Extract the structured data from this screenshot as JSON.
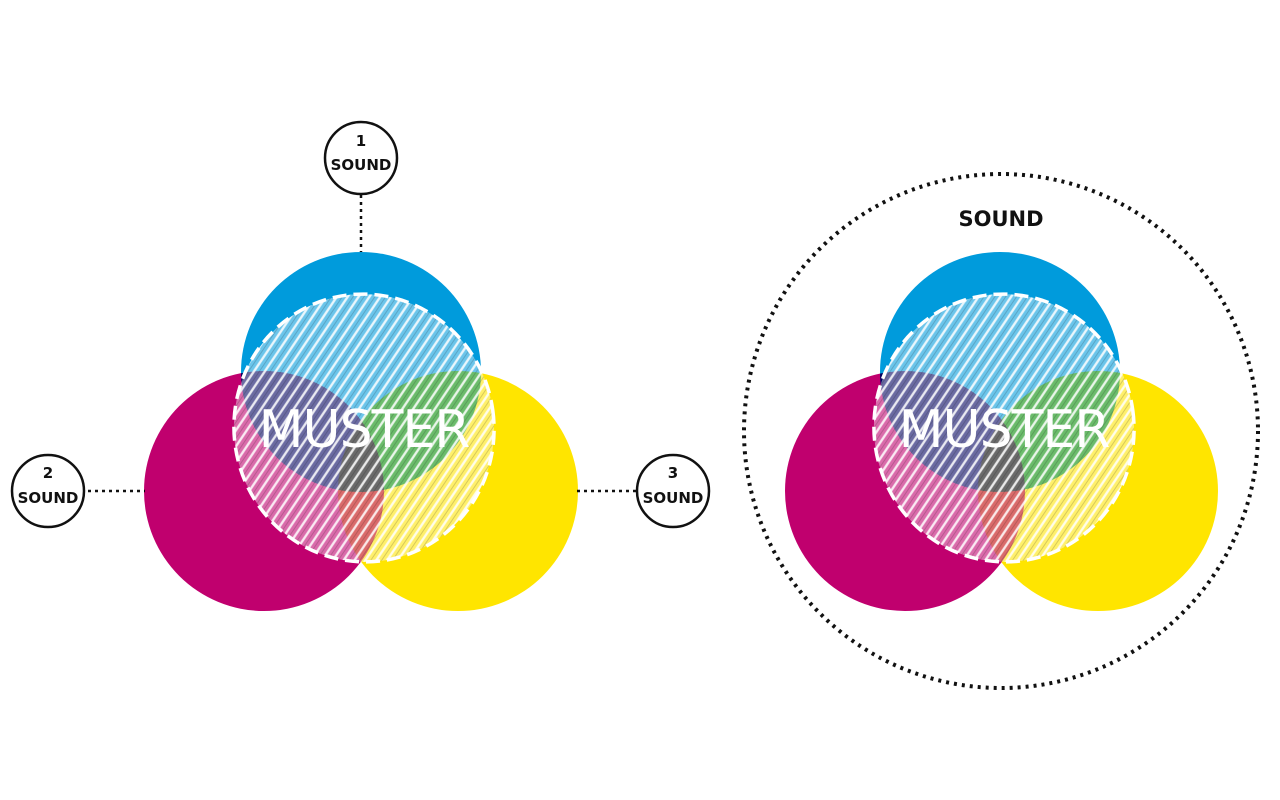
{
  "colors": {
    "cyan": "#009bdc",
    "magenta": "#c0006e",
    "yellow": "#ffe500",
    "overlap_cm": "#7c5aa8",
    "overlap_cy": "#7dbd6e",
    "overlap_my": "#e0774c",
    "overlap_all": "#7a4433",
    "hatch_fill": "#ffffff",
    "stroke_dark": "#111111"
  },
  "left_diagram": {
    "center_label": "MUSTER",
    "nodes": [
      {
        "number": "1",
        "text": "SOUND"
      },
      {
        "number": "2",
        "text": "SOUND"
      },
      {
        "number": "3",
        "text": "SOUND"
      }
    ]
  },
  "right_diagram": {
    "outer_label": "SOUND",
    "center_label": "MUSTER"
  }
}
